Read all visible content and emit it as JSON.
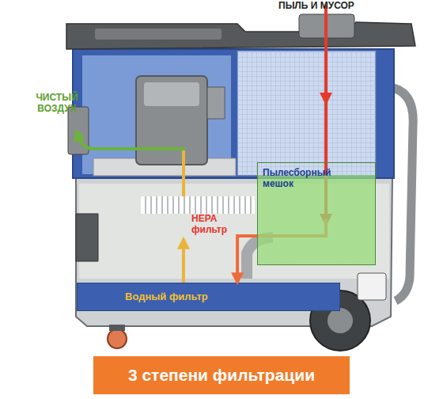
{
  "diagram": {
    "caption": "3 степени фильтрации",
    "nodes": [
      {
        "text": [
          "Пылесборный мешок"
        ]
      },
      {
        "text": [
          "HEPA фильтр"
        ]
      },
      {
        "text": [
          "Водный фильтр"
        ]
      }
    ],
    "edges": [
      {
        "from": 0,
        "to": 2,
        "arrow": "to"
      },
      {
        "from": 2,
        "to": 1,
        "arrow": "to"
      }
    ],
    "labels": [
      "ПЫЛЬ И МУСОР",
      "ЧИСТЫЙ ВОЗДУХ"
    ]
  }
}
